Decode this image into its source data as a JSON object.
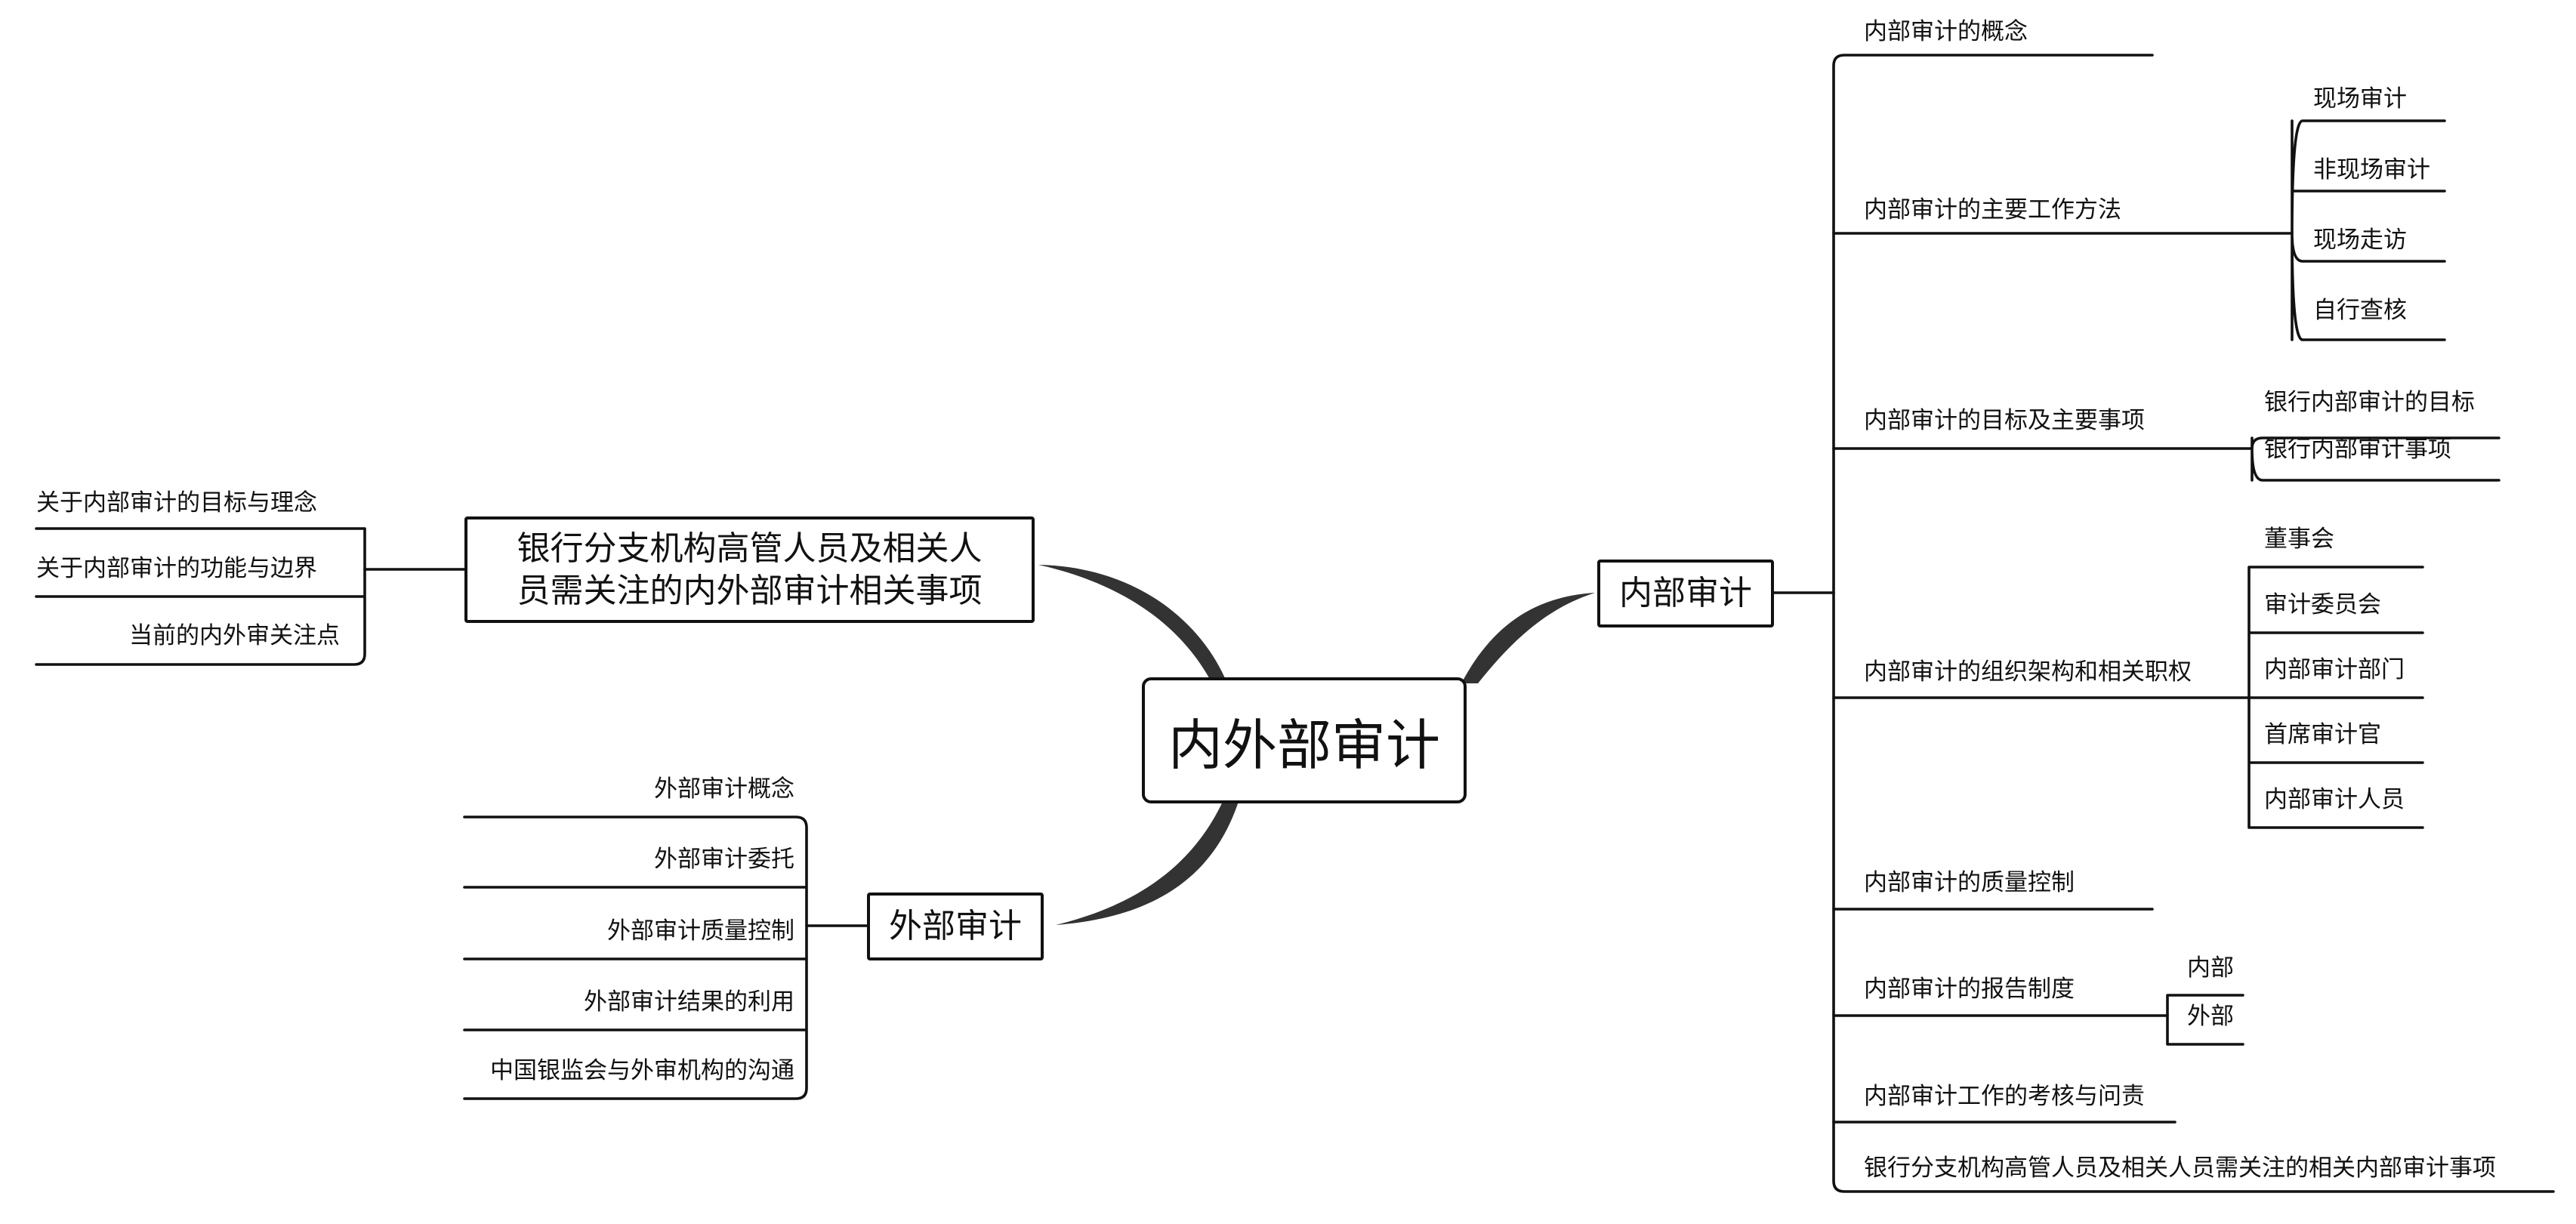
{
  "center": {
    "label": "内外部审计"
  },
  "branches": {
    "internal": {
      "label": "内部审计",
      "items": [
        {
          "label": "内部审计的概念",
          "children": []
        },
        {
          "label": "内部审计的主要工作方法",
          "children": [
            "现场审计",
            "非现场审计",
            "现场走访",
            "自行查核"
          ]
        },
        {
          "label": "内部审计的目标及主要事项",
          "children": [
            "银行内部审计的目标",
            "银行内部审计事项"
          ]
        },
        {
          "label": "内部审计的组织架构和相关职权",
          "children": [
            "董事会",
            "审计委员会",
            "内部审计部门",
            "首席审计官",
            "内部审计人员"
          ]
        },
        {
          "label": "内部审计的质量控制",
          "children": []
        },
        {
          "label": "内部审计的报告制度",
          "children": [
            "内部",
            "外部"
          ]
        },
        {
          "label": "内部审计工作的考核与问责",
          "children": []
        },
        {
          "label": "银行分支机构高管人员及相关人员需关注的相关内部审计事项",
          "children": []
        }
      ]
    },
    "concerns": {
      "label_line1": "银行分支机构高管人员及相关人",
      "label_line2": "员需关注的内外部审计相关事项",
      "items": [
        "关于内部审计的目标与理念",
        "关于内部审计的功能与边界",
        "当前的内外审关注点"
      ]
    },
    "external": {
      "label": "外部审计",
      "items": [
        "外部审计概念",
        "外部审计委托",
        "外部审计质量控制",
        "外部审计结果的利用",
        "中国银监会与外审机构的沟通"
      ]
    }
  }
}
